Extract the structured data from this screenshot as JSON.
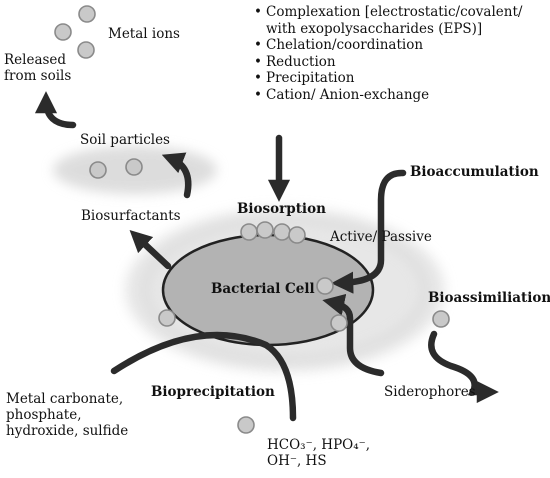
{
  "labels": {
    "metal_ions": "Metal ions",
    "released_from_soils": [
      "Released",
      "from soils"
    ],
    "soil_particles": "Soil particles",
    "biosurfactants": "Biosurfactants",
    "biosorption": "Biosorption",
    "bacterial_cell": "Bacterial Cell",
    "bioaccumulation": "Bioaccumulation",
    "active_passive": "Active/ Passive",
    "bioassimilation": "Bioassimiliation",
    "siderophores": "Siderophores",
    "bioprecipitation": "Bioprecipitation",
    "metal_products": [
      "Metal carbonate,",
      "phosphate,",
      "hydroxide, sulfide"
    ],
    "anions": [
      "HCO₃⁻, HPO₄⁻,",
      "OH⁻, HS"
    ]
  },
  "mechanisms": [
    "Complexation [electrostatic/covalent/",
    "with exopolysaccharides (EPS)]",
    "Chelation/coordination",
    "Reduction",
    "Precipitation",
    "Cation/ Anion-exchange"
  ],
  "colors": {
    "arrow": "#2b2b2b",
    "cell_fill": "#b3b3b3",
    "ion_fill": "#c9c9c9",
    "ion_stroke": "#8a8a8a",
    "halo": "#d9d9d9"
  }
}
